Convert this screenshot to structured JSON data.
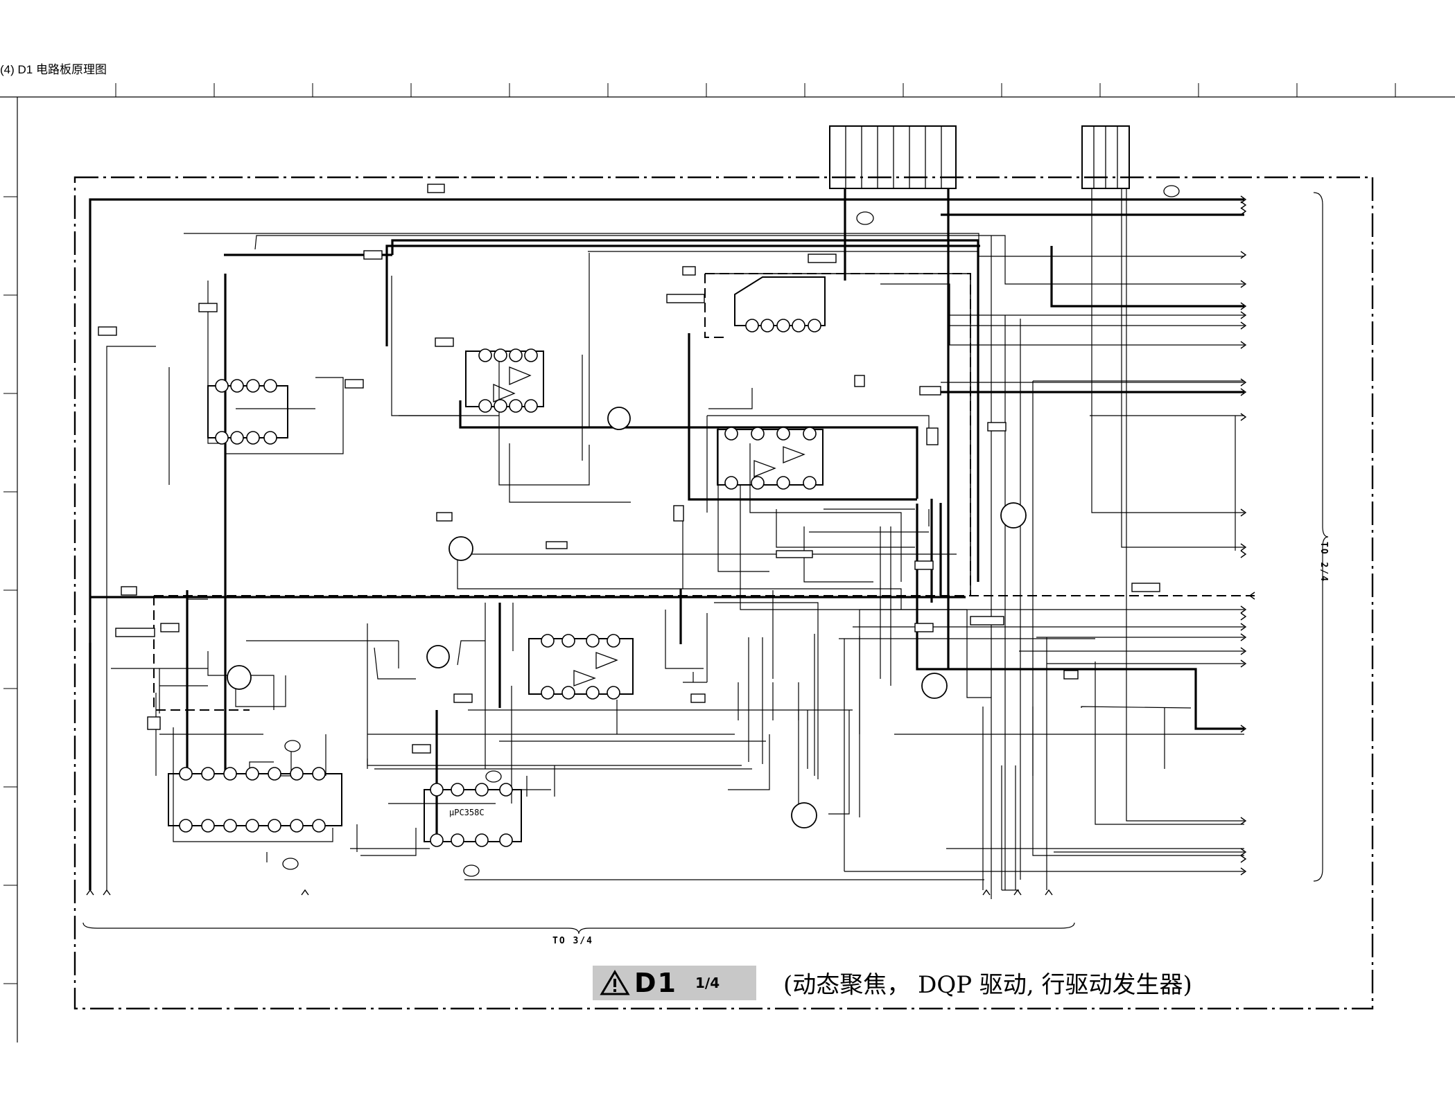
{
  "page": {
    "title": "(4) D1 电路板原理图"
  },
  "title_block": {
    "board_id": "D1",
    "sheet": "1∕4",
    "description": "(动态聚焦， DQP 驱动, 行驱动发生器)",
    "warning_icon": "warning-triangle-icon"
  },
  "connectors": {
    "to_sheet_3": "TO 3/4",
    "to_sheet_2": "TO 2/4"
  },
  "components": {
    "ic_part": "μPC358C"
  }
}
